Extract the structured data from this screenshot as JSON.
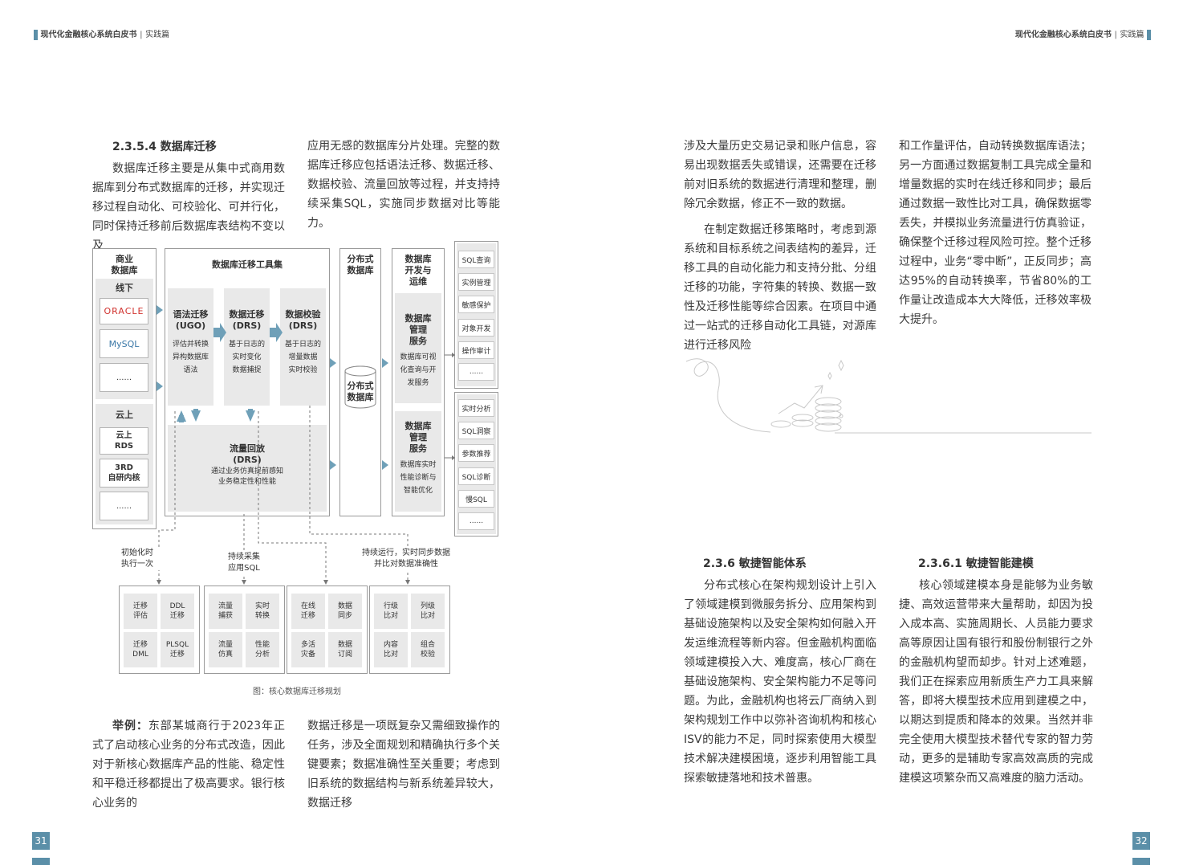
{
  "header": {
    "left_title": "现代化金融核心系统白皮书",
    "left_sub": "实践篇",
    "right_title": "现代化金融核心系统白皮书",
    "right_sub": "实践篇"
  },
  "page_left": {
    "section_title": "2.3.5.4 数据库迁移",
    "col1_para1": "数据库迁移主要是从集中式商用数据库到分布式数据库的迁移，并实现迁移过程自动化、可校验化、可并行化，同时保持迁移前后数据库表结构不变以及",
    "col2_para1": "应用无感的数据库分片处理。完整的数据库迁移应包括语法迁移、数据迁移、数据校验、流量回放等过程，并支持持续采集SQL，实施同步数据对比等能力。",
    "caption": "图：核心数据库迁移规划",
    "col1_para2_lead": "举例：",
    "col1_para2": "东部某城商行于2023年正式了启动核心业务的分布式改造，因此对于新核心数据库产品的性能、稳定性和平稳迁移都提出了极高要求。银行核心业务的",
    "col2_para2": "数据迁移是一项既复杂又需细致操作的任务，涉及全面规划和精确执行多个关键要素；数据准确性至关重要；考虑到旧系统的数据结构与新系统差异较大，数据迁移",
    "page_number": "31"
  },
  "diagram": {
    "commercial_db": "商业\n数据库",
    "offline": "线下",
    "oracle": "ORACLE",
    "mysql": "MySQL",
    "ellipsis": "......",
    "cloud": "云上",
    "cloud_rds": "云上\nRDS",
    "third_party": "3RD\n自研内核",
    "toolset": "数据库迁移工具集",
    "syntax_title": "语法迁移\n(UGO)",
    "syntax_desc": "评估并转换\n异构数据库\n语法",
    "data_title": "数据迁移\n(DRS)",
    "data_desc": "基于日志的\n实时变化\n数据捕捉",
    "verify_title": "数据校验\n(DRS)",
    "verify_desc": "基于日志的\n增量数据\n实时校验",
    "replay_title": "流量回放\n(DRS)",
    "replay_desc": "通过业务仿真提前感知\n业务稳定性和性能",
    "dist_db_header": "分布式\n数据库",
    "dist_db_cyl": "分布式\n数据库",
    "devops": "数据库\n开发与\n运维",
    "mgmt1_title": "数据库\n管理\n服务",
    "mgmt1_desc": "数据库可视\n化查询与开\n发服务",
    "mgmt2_title": "数据库\n管理\n服务",
    "mgmt2_desc": "数据库实时\n性能诊断与\n智能优化",
    "right_list1": [
      "SQL查询",
      "实例管理",
      "敏感保护",
      "对象开发",
      "操作审计",
      "......"
    ],
    "right_list2": [
      "实时分析",
      "SQL洞察",
      "参数推荐",
      "SQL诊断",
      "慢SQL",
      "......"
    ],
    "note_init": "初始化时\n执行一次",
    "note_collect": "持续采集\n应用SQL",
    "note_sync": "持续运行，实时同步数据\n并比对数据准确性",
    "group1": [
      "迁移\n评估",
      "DDL\n迁移",
      "迁移\nDML",
      "PLSQL\n迁移"
    ],
    "group2": [
      "流量\n捕获",
      "实时\n转换",
      "流量\n仿真",
      "性能\n分析"
    ],
    "group3": [
      "在线\n迁移",
      "数据\n同步",
      "多活\n灾备",
      "数据\n订阅"
    ],
    "group4": [
      "行级\n比对",
      "列级\n比对",
      "内容\n比对",
      "组合\n校验"
    ]
  },
  "page_right": {
    "col3_para1": "涉及大量历史交易记录和账户信息，容易出现数据丢失或错误，还需要在迁移前对旧系统的数据进行清理和整理，删除冗余数据，修正不一致的数据。",
    "col3_para2": "在制定数据迁移策略时，考虑到源系统和目标系统之间表结构的差异，迁移工具的自动化能力和支持分批、分组迁移的功能，字符集的转换、数据一致性及迁移性能等综合因素。在项目中通过一站式的迁移自动化工具链，对源库进行迁移风险",
    "col4_para1": "和工作量评估，自动转换数据库语法；另一方面通过数据复制工具完成全量和增量数据的实时在线迁移和同步；最后通过数据一致性比对工具，确保数据零丢失，并模拟业务流量进行仿真验证，确保整个迁移过程风险可控。整个迁移过程中，业务“零中断”，正反同步；高达95%的自动转换率，节省80%的工作量让改造成本大大降低，迁移效率极大提升。",
    "sec_236": "2.3.6 敏捷智能体系",
    "col3_para3": "分布式核心在架构规划设计上引入了领域建模到微服务拆分、应用架构到基础设施架构以及安全架构如何融入开发运维流程等新内容。但金融机构面临领域建模投入大、难度高，核心厂商在基础设施架构、安全架构能力不足等问题。为此，金融机构也将云厂商纳入到架构规划工作中以弥补咨询机构和核心ISV的能力不足，同时探索使用大模型技术解决建模困境，逐步利用智能工具探索敏捷落地和技术普惠。",
    "sec_2361": "2.3.6.1 敏捷智能建模",
    "col4_para2": "核心领域建模本身是能够为业务敏捷、高效运营带来大量帮助，却因为投入成本高、实施周期长、人员能力要求高等原因让国有银行和股份制银行之外的金融机构望而却步。针对上述难题，我们正在探索应用新质生产力工具来解答，即将大模型技术应用到建模之中，以期达到提质和降本的效果。当然并非完全使用大模型技术替代专家的智力劳动，更多的是辅助专家高效高质的完成建模这项繁杂而又高难度的脑力活动。",
    "page_number": "32"
  },
  "colors": {
    "accent": "#5b8fa8",
    "arrow": "#6fa0b8",
    "panel": "#e9e9e9"
  }
}
